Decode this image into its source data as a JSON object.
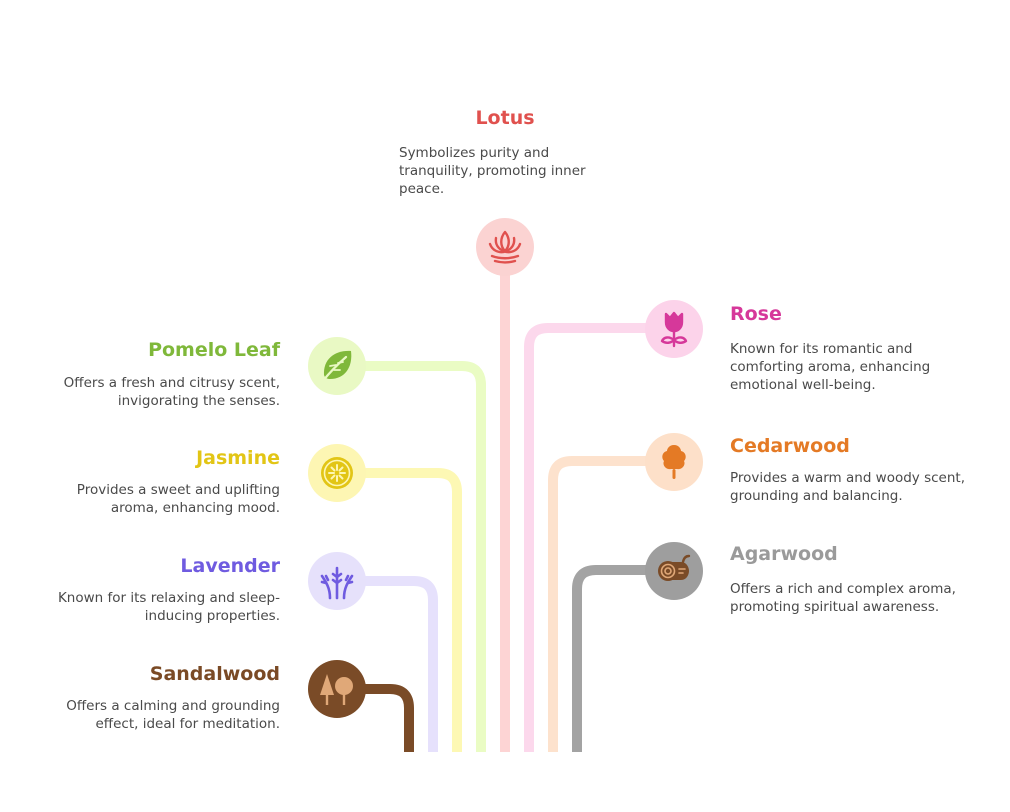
{
  "items": {
    "lotus": {
      "title": "Lotus",
      "desc": "Symbolizes purity and tranquility, promoting inner peace.",
      "color": "#e0514e",
      "circle": "#fbd3d2",
      "line": "#fdd4d4",
      "icon": "lotus-icon"
    },
    "rose": {
      "title": "Rose",
      "desc": "Known for its romantic and comforting aroma, enhancing emotional well-being.",
      "color": "#d6389a",
      "circle": "#fcd3ea",
      "line": "#fcd8ec",
      "icon": "rose-icon"
    },
    "cedarwood": {
      "title": "Cedarwood",
      "desc": "Provides a warm and woody scent, grounding and balancing.",
      "color": "#e47a25",
      "circle": "#fde0c9",
      "line": "#fde2cd",
      "icon": "tree-icon"
    },
    "agarwood": {
      "title": "Agarwood",
      "desc": "Offers a rich and complex aroma, promoting spiritual awareness.",
      "color": "#9a9a9a",
      "circle": "#9e9e9e",
      "line": "#a3a3a3",
      "icon": "log-icon"
    },
    "pomelo": {
      "title": "Pomelo Leaf",
      "desc": "Offers a fresh and citrusy scent, invigorating the senses.",
      "color": "#7fb83a",
      "circle": "#e9f9c4",
      "line": "#eafcc4",
      "icon": "leaf-icon"
    },
    "jasmine": {
      "title": "Jasmine",
      "desc": "Provides a sweet and uplifting aroma, enhancing mood.",
      "color": "#e2c515",
      "circle": "#fdf6b3",
      "line": "#fdf8b4",
      "icon": "citrus-slice-icon"
    },
    "lavender": {
      "title": "Lavender",
      "desc": "Known for its relaxing and sleep-inducing properties.",
      "color": "#6f5be0",
      "circle": "#e6e1fb",
      "line": "#e6e1fc",
      "icon": "lavender-icon"
    },
    "sandalwood": {
      "title": "Sandalwood",
      "desc": "Offers a calming and grounding effect, ideal for meditation.",
      "color": "#7a4a25",
      "circle": "#7a4b27",
      "line": "#7a4b27",
      "icon": "trees-icon"
    }
  }
}
